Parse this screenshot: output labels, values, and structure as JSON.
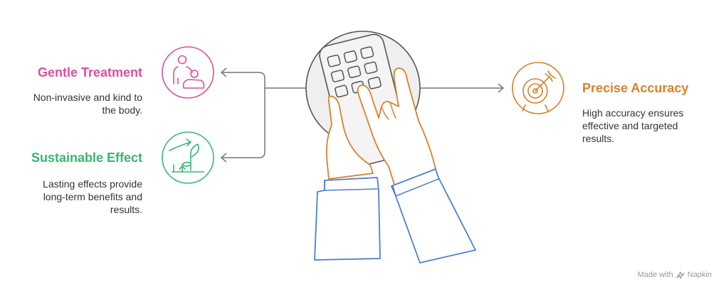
{
  "colors": {
    "gentle": "#d9519a",
    "sustainable": "#38b772",
    "precise": "#d9812a",
    "connector": "#777777",
    "hand_outline": "#d9812a",
    "sleeve_outline": "#4a7fd6",
    "device_outline": "#555555"
  },
  "items": {
    "gentle": {
      "title": "Gentle Treatment",
      "description_lines": [
        "Non-invasive and kind to",
        "the body."
      ],
      "icon": "caregiver-icon"
    },
    "sustainable": {
      "title": "Sustainable Effect",
      "description_lines": [
        "Lasting effects provide",
        "long-term benefits and",
        "results."
      ],
      "icon": "growing-plant-icon"
    },
    "precise": {
      "title": "Precise Accuracy",
      "description_lines": [
        "High accuracy ensures",
        "effective and targeted",
        "results."
      ],
      "icon": "target-icon"
    }
  },
  "center": {
    "icon": "hands-with-keypad-device-icon"
  },
  "footer": {
    "text": "Made with",
    "brand": "Napkin",
    "icon": "napkin-logo-icon"
  }
}
